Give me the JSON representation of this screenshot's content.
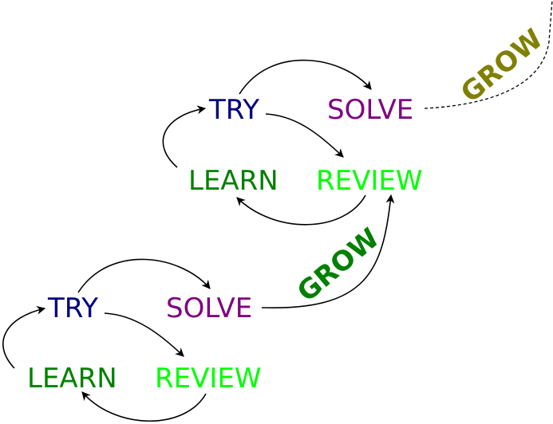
{
  "colors": {
    "try": "#000080",
    "solve": "#800080",
    "learn": "#008000",
    "review": "#00ff00",
    "grow_lower": "#008000",
    "grow_upper": "#808000",
    "arrow": "#000000"
  },
  "upper_cycle": {
    "try": "TRY",
    "solve": "SOLVE",
    "learn": "LEARN",
    "review": "REVIEW"
  },
  "lower_cycle": {
    "try": "TRY",
    "solve": "SOLVE",
    "learn": "LEARN",
    "review": "REVIEW"
  },
  "grow_labels": {
    "lower_to_upper": "GROW",
    "upper_to_beyond": "GROW"
  }
}
